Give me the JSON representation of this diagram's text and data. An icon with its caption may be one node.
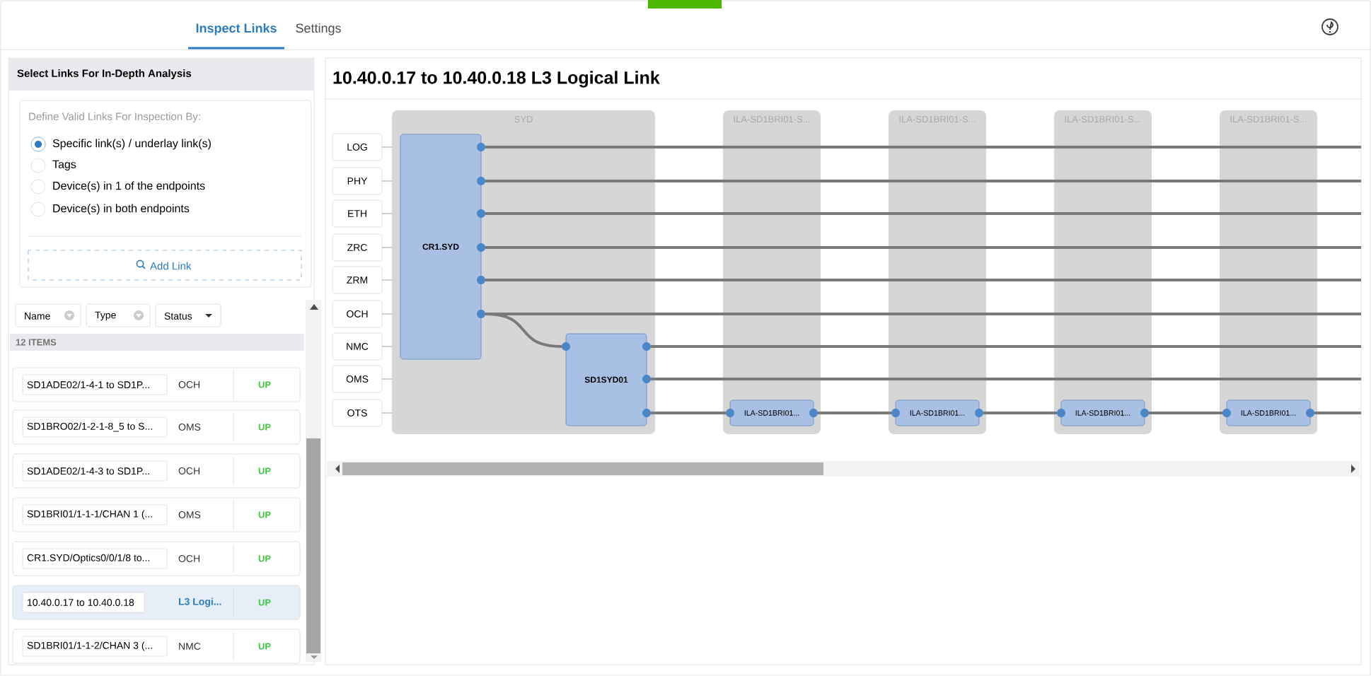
{
  "diagram": {
    "title": "10.40.0.17 to 10.40.0.18 L3 Logical Link",
    "nodes": [
      {
        "text": [
          "LOG"
        ]
      },
      {
        "text": [
          "PHY"
        ]
      },
      {
        "text": [
          "ETH"
        ]
      },
      {
        "text": [
          "ZRC"
        ]
      },
      {
        "text": [
          "ZRM"
        ]
      },
      {
        "text": [
          "OCH"
        ]
      },
      {
        "text": [
          "NMC"
        ]
      },
      {
        "text": [
          "OMS"
        ]
      },
      {
        "text": [
          "OTS"
        ]
      },
      {
        "text": [
          "SYD"
        ]
      },
      {
        "text": [
          "CR1.SYD"
        ],
        "in": 9
      },
      {
        "text": [
          "SD1SYD01"
        ],
        "in": 9
      },
      {
        "text": [
          "ILA-SD1BRI01-S..."
        ]
      },
      {
        "text": [
          "ILA-SD1BRI01..."
        ],
        "in": 12
      },
      {
        "text": [
          "ILA-SD1BRI01-S..."
        ]
      },
      {
        "text": [
          "ILA-SD1BRI01..."
        ],
        "in": 14
      },
      {
        "text": [
          "ILA-SD1BRI01-S..."
        ]
      },
      {
        "text": [
          "ILA-SD1BRI01..."
        ],
        "in": 16
      },
      {
        "text": [
          "ILA-SD1BRI01-S..."
        ]
      },
      {
        "text": [
          "ILA-SD1BRI01..."
        ],
        "in": 18
      }
    ],
    "edges": [
      {
        "from": 0,
        "to": 9,
        "arrow": "none",
        "color": "#c4c4c4"
      },
      {
        "from": 1,
        "to": 9,
        "arrow": "none",
        "color": "#c4c4c4"
      },
      {
        "from": 2,
        "to": 9,
        "arrow": "none",
        "color": "#c4c4c4"
      },
      {
        "from": 3,
        "to": 9,
        "arrow": "none",
        "color": "#c4c4c4"
      },
      {
        "from": 4,
        "to": 9,
        "arrow": "none",
        "color": "#c4c4c4"
      },
      {
        "from": 5,
        "to": 9,
        "arrow": "none",
        "color": "#c4c4c4"
      },
      {
        "from": 6,
        "to": 9,
        "arrow": "none",
        "color": "#c4c4c4"
      },
      {
        "from": 7,
        "to": 9,
        "arrow": "none",
        "color": "#c4c4c4"
      },
      {
        "from": 8,
        "to": 9,
        "arrow": "none",
        "color": "#c4c4c4"
      },
      {
        "from": 10,
        "to": null,
        "arrow": "none"
      },
      {
        "from": 10,
        "to": null,
        "arrow": "none"
      },
      {
        "from": 10,
        "to": null,
        "arrow": "none"
      },
      {
        "from": 10,
        "to": null,
        "arrow": "none"
      },
      {
        "from": 10,
        "to": null,
        "arrow": "none"
      },
      {
        "from": 10,
        "to": null,
        "arrow": "none"
      },
      {
        "from": 10,
        "to": 11,
        "arrow": "none"
      },
      {
        "from": 11,
        "to": null,
        "arrow": "none"
      },
      {
        "from": 11,
        "to": null,
        "arrow": "none"
      },
      {
        "from": 11,
        "to": 13,
        "arrow": "none"
      },
      {
        "from": 13,
        "to": 15,
        "arrow": "none"
      },
      {
        "from": 15,
        "to": 17,
        "arrow": "none"
      },
      {
        "from": 17,
        "to": 19,
        "arrow": "none"
      },
      {
        "from": 19,
        "to": null,
        "arrow": "none"
      }
    ],
    "labels": [
      "Inspect Links",
      "Settings",
      "Select Links For In-Depth Analysis",
      "Define Valid Links For Inspection By:",
      "Specific link(s) / underlay link(s)",
      "Tags",
      "Device(s) in 1 of the endpoints",
      "Device(s) in both endpoints",
      "Add Link",
      "Name",
      "Type",
      "Status",
      "12 ITEMS",
      "SD1ADE02/1-4-1 to SD1P...",
      "OCH",
      "UP",
      "SD1BRO02/1-2-1-8_5 to S...",
      "OMS",
      "UP",
      "SD1ADE02/1-4-3 to SD1P...",
      "OCH",
      "UP",
      "SD1BRI01/1-1-1/CHAN 1 (...",
      "OMS",
      "UP",
      "CR1.SYD/Optics0/0/1/8 to...",
      "OCH",
      "UP",
      "10.40.0.17 to 10.40.0.18",
      "L3 Logi...",
      "UP",
      "SD1BRI01/1-1-2/CHAN 3 (...",
      "NMC",
      "UP"
    ]
  }
}
